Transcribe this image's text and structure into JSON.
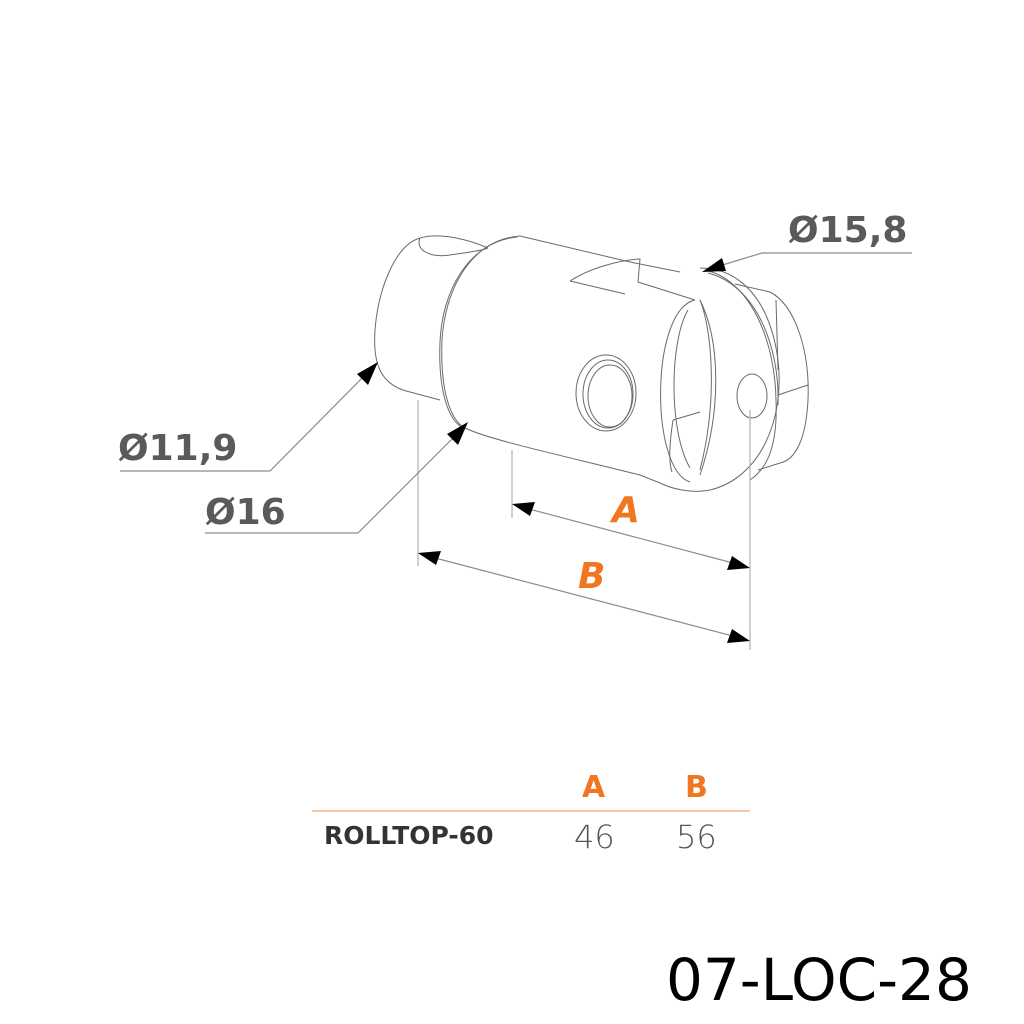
{
  "drawing": {
    "dimensions": {
      "small_diameter": "Ø11,9",
      "body_diameter": "Ø16",
      "end_diameter": "Ø15,8"
    },
    "length_labels": {
      "a": "A",
      "b": "B"
    }
  },
  "table": {
    "headers": [
      "A",
      "B"
    ],
    "rows": [
      {
        "model": "ROLLTOP-60",
        "a": "46",
        "b": "56"
      }
    ]
  },
  "product_code": "07-LOC-28",
  "colors": {
    "accent": "#f07620",
    "dimension_text": "#5a5a5a",
    "table_rule": "#f5b98a"
  }
}
